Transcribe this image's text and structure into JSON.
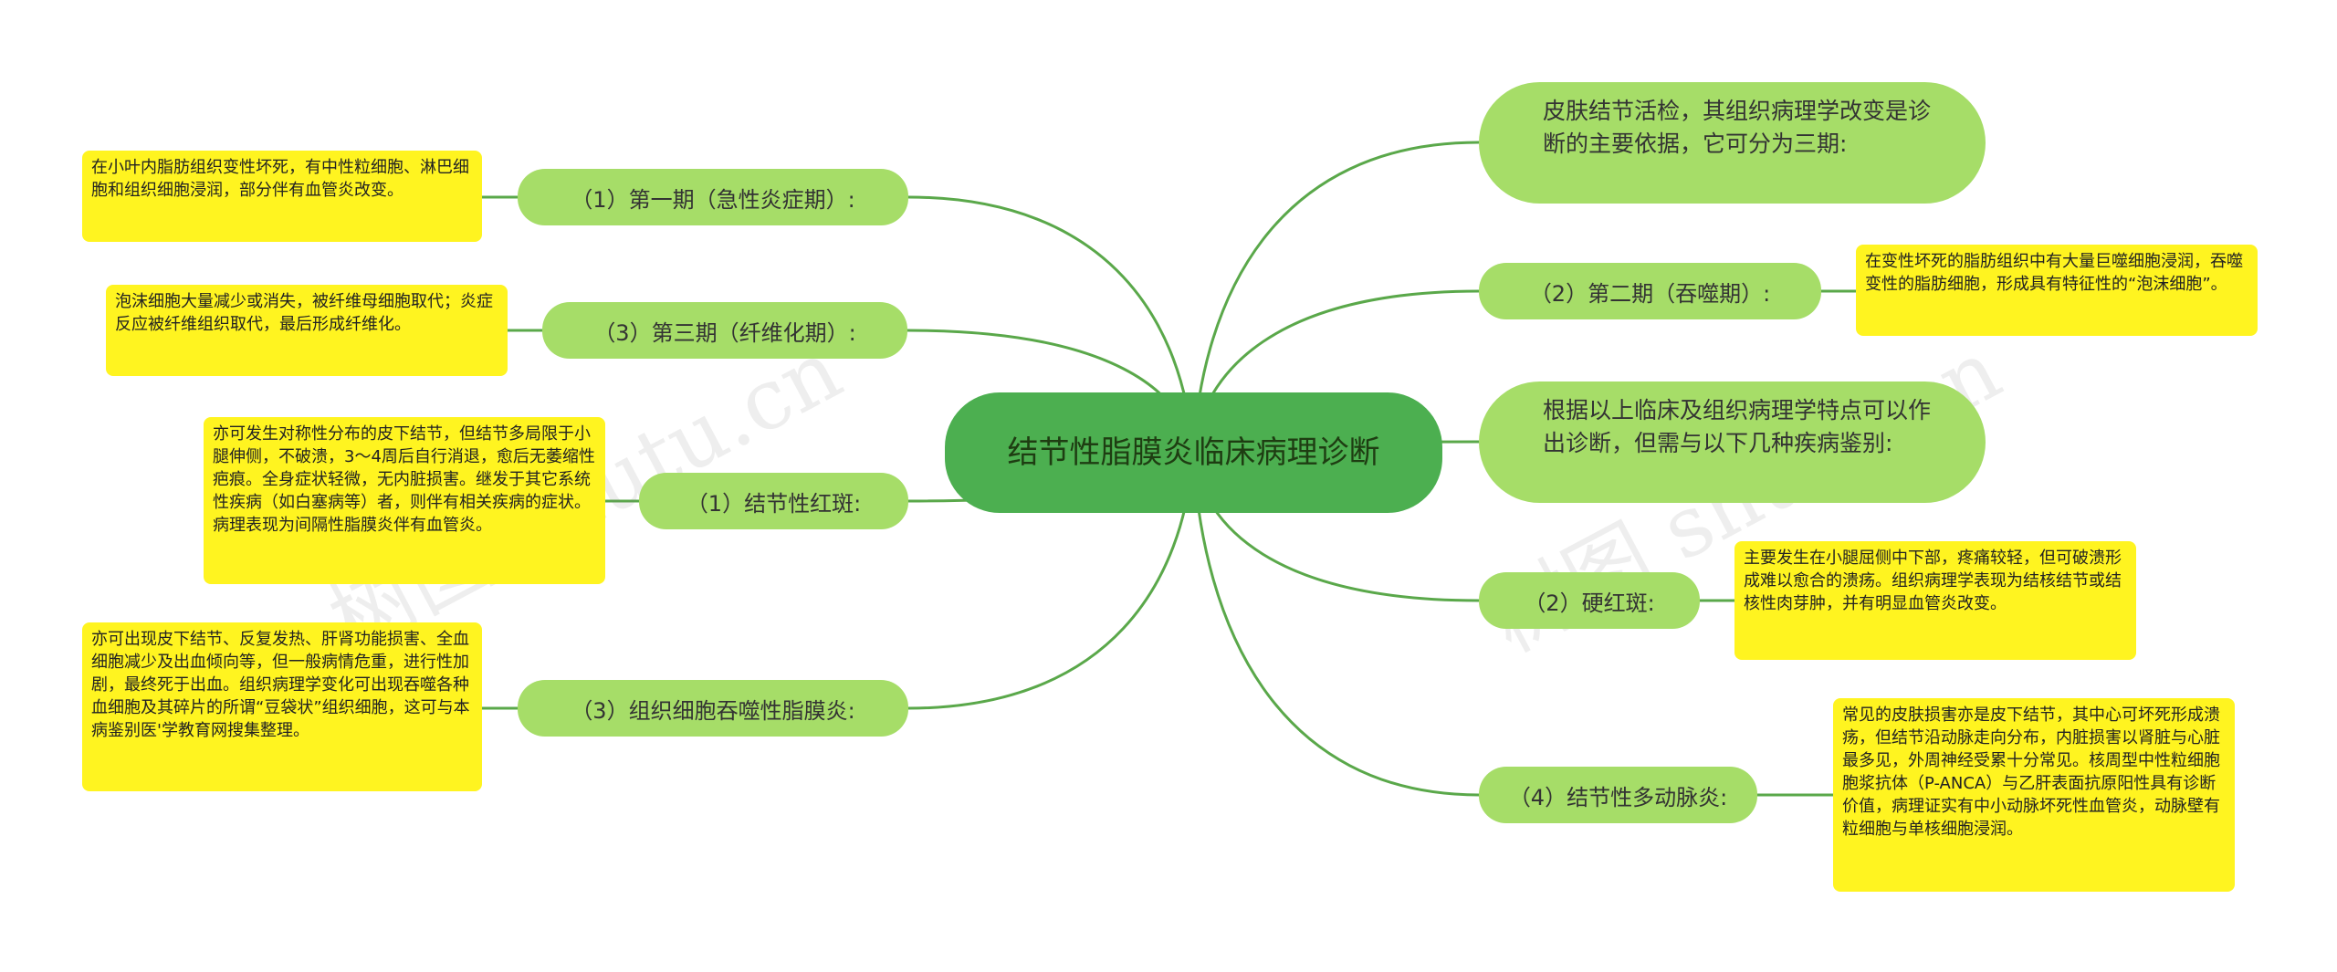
{
  "center": {
    "title": "结节性脂膜炎临床病理诊断"
  },
  "watermark": "树图 shutu.cn",
  "left_branches": [
    {
      "label": "（1）第一期（急性炎症期）:",
      "detail": "在小叶内脂肪组织变性坏死，有中性粒细胞、淋巴细胞和组织细胞浸润，部分伴有血管炎改变。"
    },
    {
      "label": "（3）第三期（纤维化期）:",
      "detail": "泡沫细胞大量减少或消失，被纤维母细胞取代；炎症反应被纤维组织取代，最后形成纤维化。"
    },
    {
      "label": "（1）结节性红斑:",
      "detail": "亦可发生对称性分布的皮下结节，但结节多局限于小腿伸侧，不破溃，3～4周后自行消退，愈后无萎缩性疤痕。全身症状轻微，无内脏损害。继发于其它系统性疾病（如白塞病等）者，则伴有相关疾病的症状。病理表现为间隔性脂膜炎伴有血管炎。"
    },
    {
      "label": "（3）组织细胞吞噬性脂膜炎:",
      "detail": "亦可出现皮下结节、反复发热、肝肾功能损害、全血细胞减少及出血倾向等，但一般病情危重，进行性加剧，最终死于出血。组织病理学变化可出现吞噬各种血细胞及其碎片的所谓“豆袋状”组织细胞，这可与本病鉴别医'学教育网搜集整理。"
    }
  ],
  "right_branches": [
    {
      "label": "皮肤结节活检，其组织病理学改变是诊断的主要依据，它可分为三期:"
    },
    {
      "label": "（2）第二期（吞噬期）:",
      "detail": "在变性坏死的脂肪组织中有大量巨噬细胞浸润，吞噬变性的脂肪细胞，形成具有特征性的“泡沫细胞”。"
    },
    {
      "label": "根据以上临床及组织病理学特点可以作出诊断，但需与以下几种疾病鉴别:"
    },
    {
      "label": "（2）硬红斑:",
      "detail": "主要发生在小腿屈侧中下部，疼痛较轻，但可破溃形成难以愈合的溃疡。组织病理学表现为结核结节或结核性肉芽肿，并有明显血管炎改变。"
    },
    {
      "label": "（4）结节性多动脉炎:",
      "detail": "常见的皮肤损害亦是皮下结节，其中心可坏死形成溃疡，但结节沿动脉走向分布，内脏损害以肾脏与心脏最多见，外周神经受累十分常见。核周型中性粒细胞胞浆抗体（P-ANCA）与乙肝表面抗原阳性具有诊断价值，病理证实有中小动脉坏死性血管炎，动脉壁有粒细胞与单核细胞浸润。"
    }
  ],
  "colors": {
    "center": "#4caf50",
    "branch": "#a6dd68",
    "leaf": "#fff420",
    "line": "#5aa84a"
  }
}
